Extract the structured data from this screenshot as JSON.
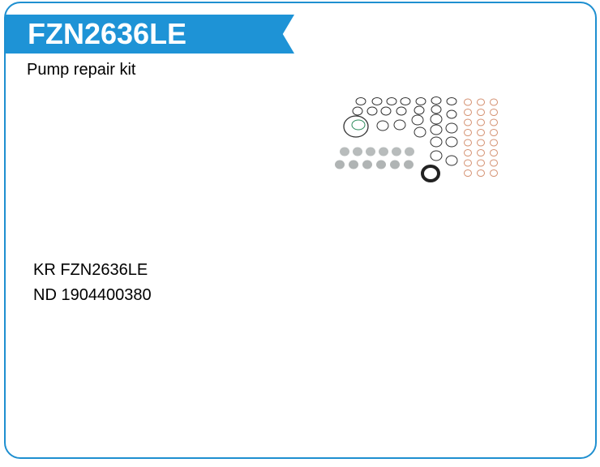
{
  "product": {
    "code": "FZN2636LE",
    "description": "Pump repair kit",
    "references": [
      "KR FZN2636LE",
      "ND 1904400380"
    ]
  },
  "colors": {
    "accent": "#1e93d6",
    "border": "#1e8fd0"
  },
  "image": {
    "icon": "seal-kit-photo"
  }
}
